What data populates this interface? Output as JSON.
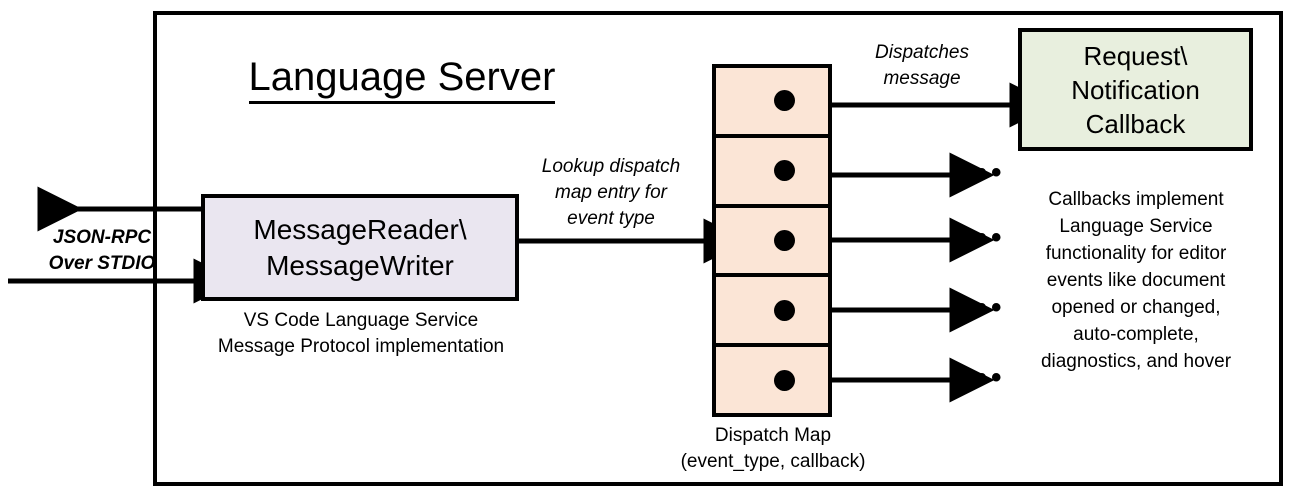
{
  "diagram": {
    "title": "Language Server",
    "frame_name": "language-server-boundary"
  },
  "external_io": {
    "label_line1": "JSON-RPC",
    "label_line2": "Over STDIO",
    "outbound_arrow": "arrow-left-out",
    "inbound_arrow": "arrow-right-in"
  },
  "reader_box": {
    "line1": "MessageReader\\",
    "line2": "MessageWriter",
    "caption_line1": "VS Code Language Service",
    "caption_line2": "Message Protocol implementation",
    "fill": "#EAE6F0"
  },
  "lookup_edge": {
    "line1": "Lookup dispatch",
    "line2": "map entry for",
    "line3": "event type"
  },
  "dispatch_map": {
    "caption_line1": "Dispatch Map",
    "caption_line2": "(event_type, callback)",
    "fill": "#FBE5D6",
    "rows": [
      {
        "id": "row-1",
        "marker": "entry-dot",
        "target": "callback-box"
      },
      {
        "id": "row-2",
        "marker": "entry-dot",
        "target": "ellipsis"
      },
      {
        "id": "row-3",
        "marker": "entry-dot",
        "target": "ellipsis"
      },
      {
        "id": "row-4",
        "marker": "entry-dot",
        "target": "ellipsis"
      },
      {
        "id": "row-5",
        "marker": "entry-dot",
        "target": "ellipsis"
      }
    ],
    "ellipsis_glyph": "•••"
  },
  "dispatch_edge": {
    "line1": "Dispatches",
    "line2": "message"
  },
  "callback_box": {
    "line1": "Request\\",
    "line2": "Notification",
    "line3": "Callback",
    "fill": "#E8EFDE",
    "caption_line1": "Callbacks implement",
    "caption_line2": "Language Service",
    "caption_line3": "functionality for editor",
    "caption_line4": "events like document",
    "caption_line5": "opened or changed,",
    "caption_line6": "auto-complete,",
    "caption_line7": "diagnostics, and hover"
  },
  "colors": {
    "stroke": "#000000",
    "background": "#FFFFFF"
  }
}
